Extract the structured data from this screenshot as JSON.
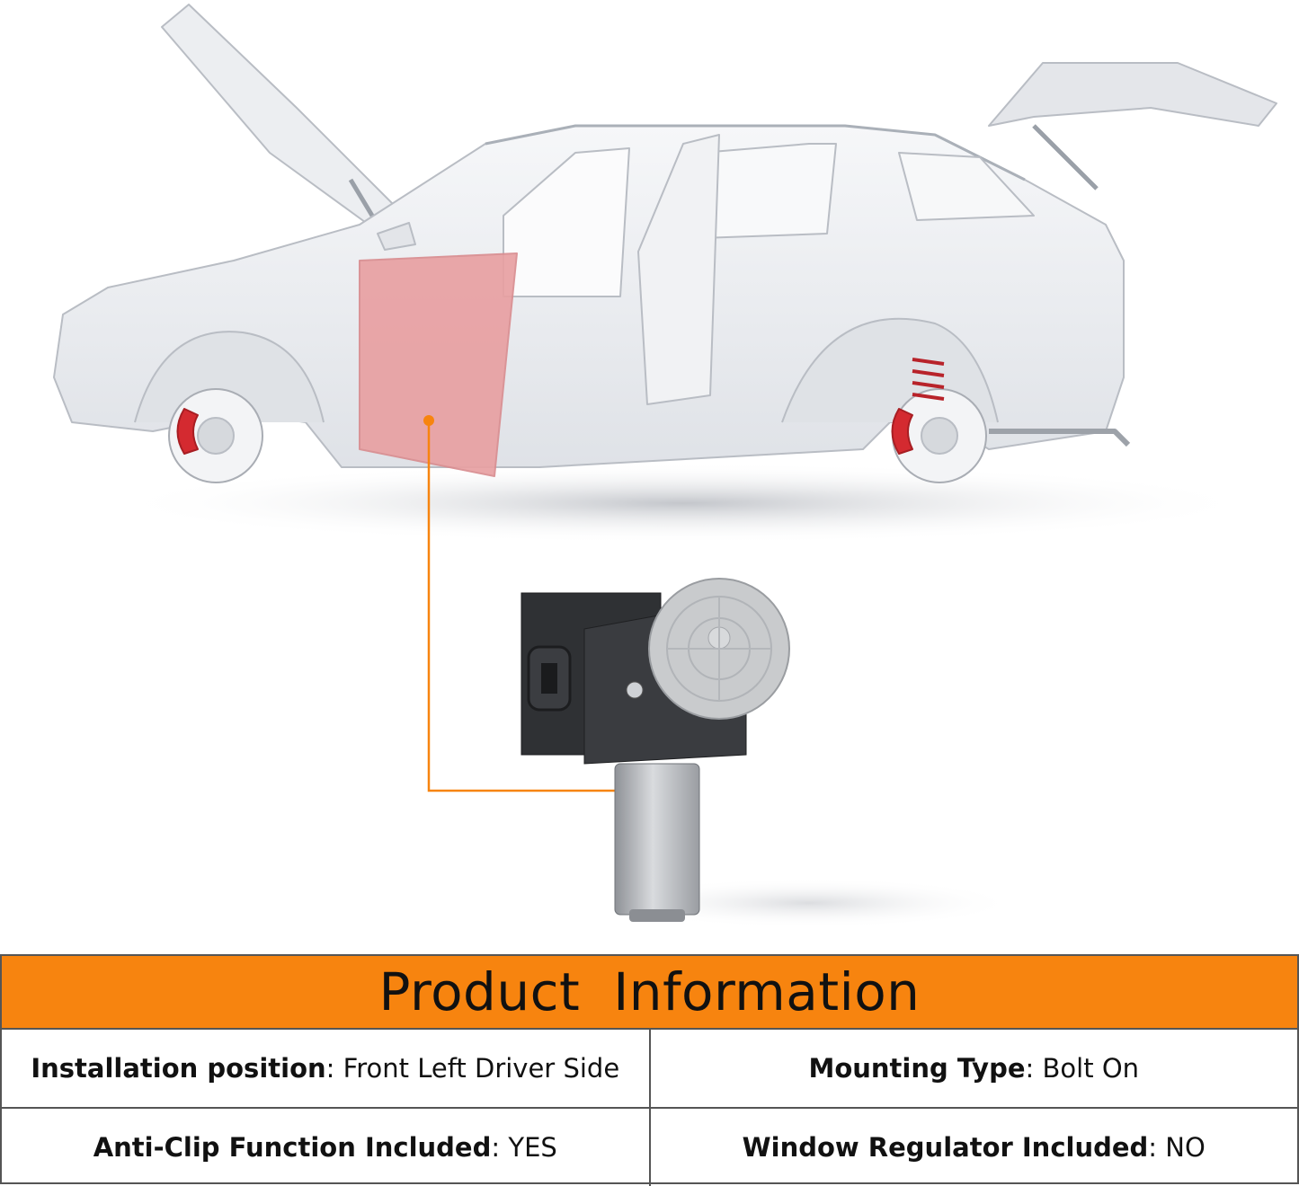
{
  "colors": {
    "accent": "#f7840f",
    "door_highlight": "#e8a0a2",
    "brake_caliper": "#d42a30",
    "car_body": "#eef0f3"
  },
  "icons": [
    "car-illustration",
    "window-motor-illustration",
    "callout-pointer"
  ],
  "product_info": {
    "title": "Product  Information",
    "rows": [
      [
        {
          "label": "Installation position",
          "value": "Front Left Driver Side"
        },
        {
          "label": "Mounting Type",
          "value": "Bolt On"
        }
      ],
      [
        {
          "label": "Anti-Clip Function Included",
          "value": "YES"
        },
        {
          "label": "Window Regulator Included",
          "value": "NO"
        }
      ]
    ]
  }
}
